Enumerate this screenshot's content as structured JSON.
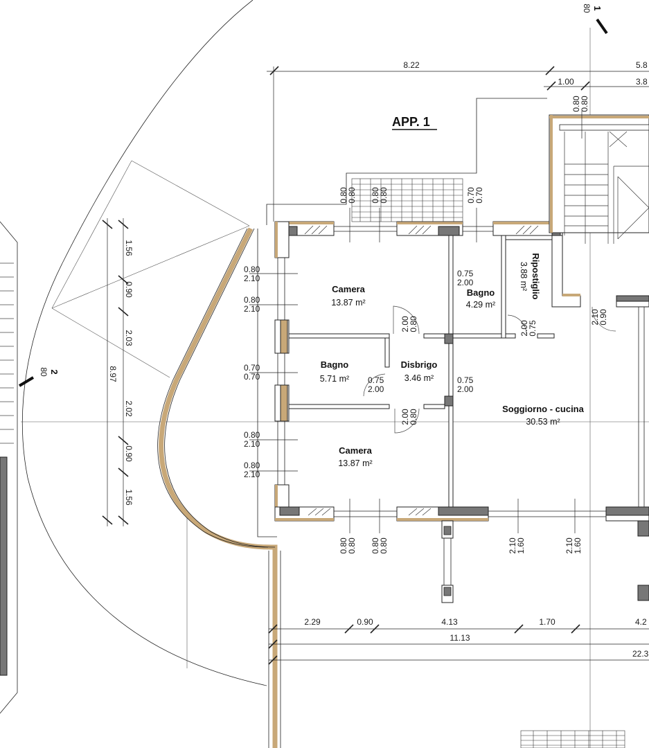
{
  "title": "APP. 1",
  "rooms": [
    {
      "id": "camera-top",
      "name": "Camera",
      "area": "13.87 m²"
    },
    {
      "id": "bagno-top",
      "name": "Bagno",
      "area": "4.29 m²"
    },
    {
      "id": "ripostiglio",
      "name": "Ripostiglio",
      "area": "3.88 m²"
    },
    {
      "id": "bagno-mid",
      "name": "Bagno",
      "area": "5.71 m²"
    },
    {
      "id": "disbrigo",
      "name": "Disbrigo",
      "area": "3.46 m²"
    },
    {
      "id": "soggiorno",
      "name": "Soggiorno - cucina",
      "area": "30.53 m²"
    },
    {
      "id": "camera-bottom",
      "name": "Camera",
      "area": "13.87 m²"
    }
  ],
  "dimensions": {
    "top": [
      "8.22",
      "5.8",
      "1.00",
      "3.8"
    ],
    "left_chain": [
      "1.56",
      "0.90",
      "2.03",
      "2.02",
      "0.90",
      "1.56"
    ],
    "left_total": "8.97",
    "bottom_chain": [
      "2.29",
      "0.90",
      "4.13",
      "1.70",
      "4.2"
    ],
    "bottom_total": "11.13",
    "bottom_overall": "22.3"
  },
  "openings": {
    "w1": [
      "0.80",
      "2.10"
    ],
    "w2": [
      "0.80",
      "2.10"
    ],
    "w3": [
      "0.70",
      "0.70"
    ],
    "w4": [
      "0.80",
      "2.10"
    ],
    "w5": [
      "0.80",
      "2.10"
    ],
    "d_bagno_top": [
      "0.75",
      "2.00"
    ],
    "d_camera_top": [
      "0.80",
      "2.00"
    ],
    "d_ripost": [
      "0.75",
      "2.00"
    ],
    "d_bagno_mid": [
      "0.75",
      "2.00"
    ],
    "d_disbrigo_right": [
      "0.75",
      "2.00"
    ],
    "d_camera_bottom": [
      "0.80",
      "2.00"
    ],
    "d_entrance": [
      "0.90",
      "2.10"
    ],
    "top_a": [
      "0.80",
      "0.80"
    ],
    "top_b": [
      "0.80",
      "0.80"
    ],
    "top_c": [
      "0.70",
      "0.70"
    ],
    "top_stair": [
      "0.80",
      "0.80"
    ],
    "bot_a": [
      "0.80",
      "0.80"
    ],
    "bot_b": [
      "0.80",
      "0.80"
    ],
    "bot_c": [
      "1.60",
      "2.10"
    ],
    "bot_d": [
      "1.60",
      "2.10"
    ]
  },
  "sections": {
    "s1": "1",
    "s1_sub": "80",
    "s2": "2",
    "s2_sub": "80"
  }
}
